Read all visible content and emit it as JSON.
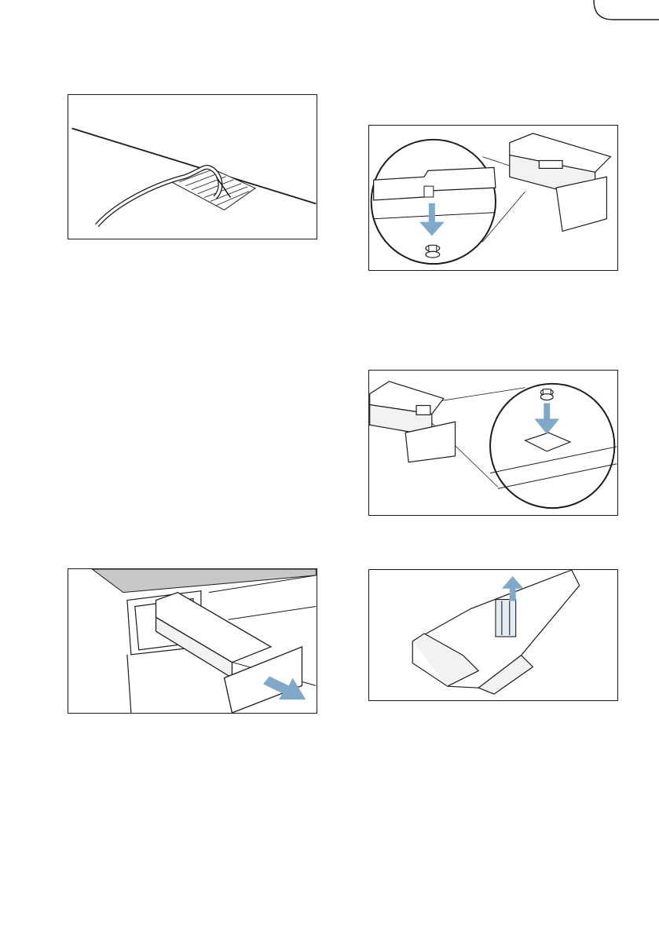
{
  "page": {
    "background": "#ffffff",
    "line_color": "#1a1a1a",
    "accent_color": "#7fa8c9",
    "shade_color": "#c8c8c8"
  },
  "figures": [
    {
      "id": "hose-on-mat"
    },
    {
      "id": "remove-drawer-insert-cap"
    },
    {
      "id": "fit-drawer-insert-cap"
    },
    {
      "id": "pull-out-detergent-drawer"
    },
    {
      "id": "lift-out-siphon-insert"
    }
  ]
}
